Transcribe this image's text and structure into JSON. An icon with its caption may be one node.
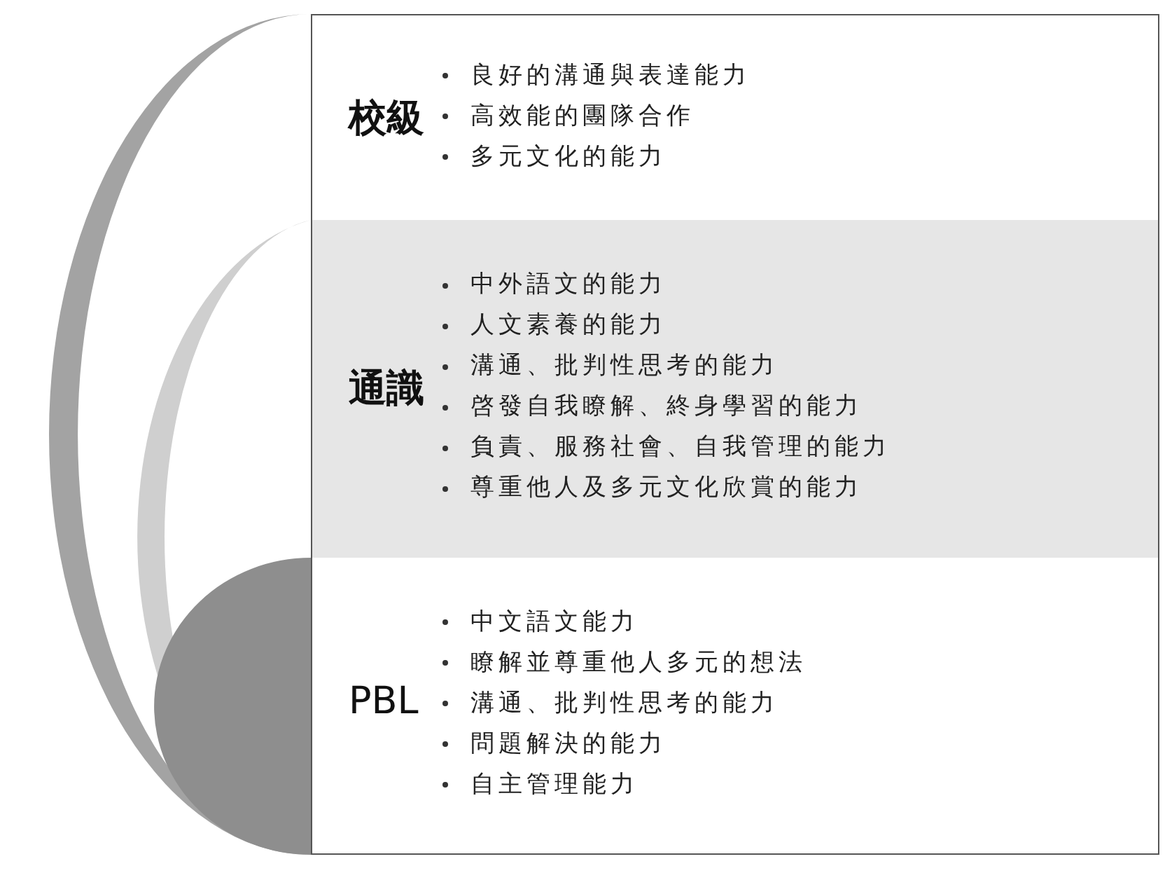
{
  "diagram": {
    "nodes": [
      {
        "text": [
          "校級",
          "良好的溝通與表達能力",
          "高效能的團隊合作",
          "多元文化的能力"
        ]
      },
      {
        "text": [
          "通識",
          "中外語文的能力",
          "人文素養的能力",
          "溝通、批判性思考的能力",
          "啓發自我瞭解、終身學習的能力",
          "負責、服務社會、自我管理的能力",
          "尊重他人及多元文化欣賞的能力"
        ]
      },
      {
        "text": [
          "PBL",
          "中文語文能力",
          "瞭解並尊重他人多元的想法",
          "溝通、批判性思考的能力",
          "問題解決的能力",
          "自主管理能力"
        ]
      }
    ]
  }
}
